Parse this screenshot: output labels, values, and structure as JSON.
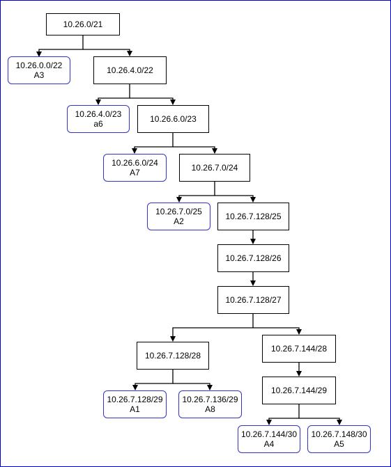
{
  "nodes": {
    "n_21": {
      "label": "10.26.0/21"
    },
    "n_4_22": {
      "label": "10.26.4.0/22"
    },
    "n_0_22": {
      "label": "10.26.0.0/22",
      "tag": "A3"
    },
    "n_4_23": {
      "label": "10.26.4.0/23",
      "tag": "a6"
    },
    "n_6_23": {
      "label": "10.26.6.0/23"
    },
    "n_6_24": {
      "label": "10.26.6.0/24",
      "tag": "A7"
    },
    "n_7_24": {
      "label": "10.26.7.0/24"
    },
    "n_7_25": {
      "label": "10.26.7.0/25",
      "tag": "A2"
    },
    "n_128_25": {
      "label": "10.26.7.128/25"
    },
    "n_128_26": {
      "label": "10.26.7.128/26"
    },
    "n_128_27": {
      "label": "10.26.7.128/27"
    },
    "n_128_28": {
      "label": "10.26.7.128/28"
    },
    "n_144_28": {
      "label": "10.26.7.144/28"
    },
    "n_128_29": {
      "label": "10.26.7.128/29",
      "tag": "A1"
    },
    "n_136_29": {
      "label": "10.26.7.136/29",
      "tag": "A8"
    },
    "n_144_29": {
      "label": "10.26.7.144/29"
    },
    "n_144_30": {
      "label": "10.26.7.144/30",
      "tag": "A4"
    },
    "n_148_30": {
      "label": "10.26.7.148/30",
      "tag": "A5"
    }
  },
  "colors": {
    "border": "#0000cc",
    "leaf_border": "#3333cc",
    "node_border": "#000000",
    "edge": "#000000"
  }
}
